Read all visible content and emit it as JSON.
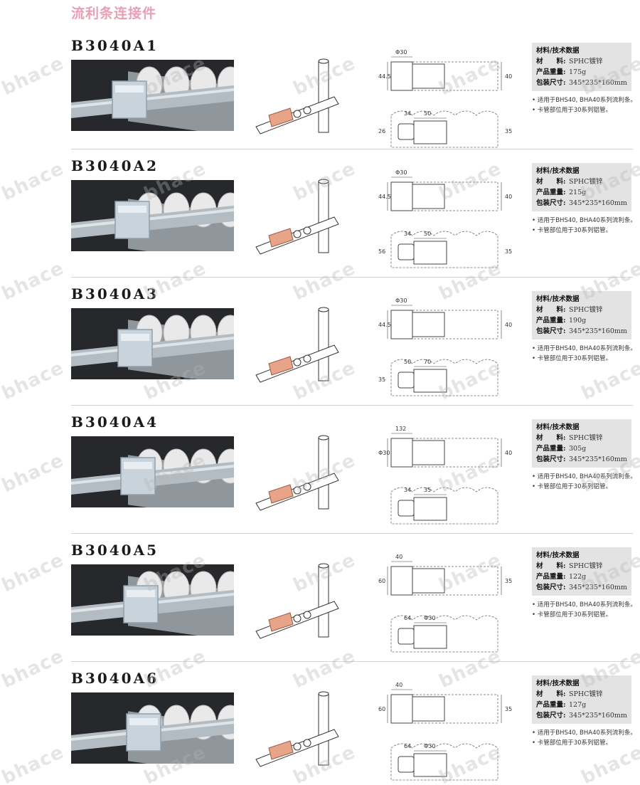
{
  "page_title": "流利条连接件",
  "watermark_text": "bhace",
  "spec_heading": "材料/技术数据",
  "label_material": "材　　料:",
  "label_weight": "产品重量:",
  "label_package": "包装尺寸:",
  "colors": {
    "title_pink": "#e8a0b4",
    "rule_pink": "#f0c4d2",
    "spec_bg": "#e3e3e3",
    "copper": "#e8a488"
  },
  "products": [
    {
      "model": "B3040A1",
      "material": "SPHC镀锌",
      "weight": "175g",
      "package": "345*235*160mm",
      "notes": [
        "• 适用于BHS40, BHA40系列流利条。",
        "• 卡管部位用于30系列铝管。"
      ],
      "dims": [
        "Φ30",
        "44.5",
        "40",
        "34",
        "50",
        "26",
        "35"
      ]
    },
    {
      "model": "B3040A2",
      "material": "SPHC镀锌",
      "weight": "215g",
      "package": "345*235*160mm",
      "notes": [
        "• 适用于BHS40, BHA40系列流利条。",
        "• 卡管部位用于30系列铝管。"
      ],
      "dims": [
        "Φ30",
        "44.5",
        "40",
        "34",
        "50",
        "56",
        "35"
      ]
    },
    {
      "model": "B3040A3",
      "material": "SPHC镀锌",
      "weight": "190g",
      "package": "345*235*160mm",
      "notes": [
        "• 适用于BHS40, BHA40系列流利条。",
        "• 卡管部位用于30系列铝管。"
      ],
      "dims": [
        "Φ30",
        "44.5",
        "40",
        "50",
        "70",
        "35"
      ]
    },
    {
      "model": "B3040A4",
      "material": "SPHC镀锌",
      "weight": "305g",
      "package": "345*235*160mm",
      "notes": [
        "• 适用于BHS40, BHA40系列流利条。",
        "• 卡管部位用于30系列铝管。"
      ],
      "dims": [
        "132",
        "Φ30",
        "40",
        "34",
        "35"
      ]
    },
    {
      "model": "B3040A5",
      "material": "SPHC镀锌",
      "weight": "122g",
      "package": "345*235*160mm",
      "notes": [
        "• 适用于BHS40, BHA40系列流利条。",
        "• 卡管部位用于30系列铝管。"
      ],
      "dims": [
        "40",
        "60",
        "35",
        "64",
        "Φ30"
      ]
    },
    {
      "model": "B3040A6",
      "material": "SPHC镀锌",
      "weight": "127g",
      "package": "345*235*160mm",
      "notes": [
        "• 适用于BHS40, BHA40系列流利条。",
        "• 卡管部位用于30系列铝管。"
      ],
      "dims": [
        "40",
        "60",
        "35",
        "64",
        "Φ30"
      ]
    }
  ]
}
